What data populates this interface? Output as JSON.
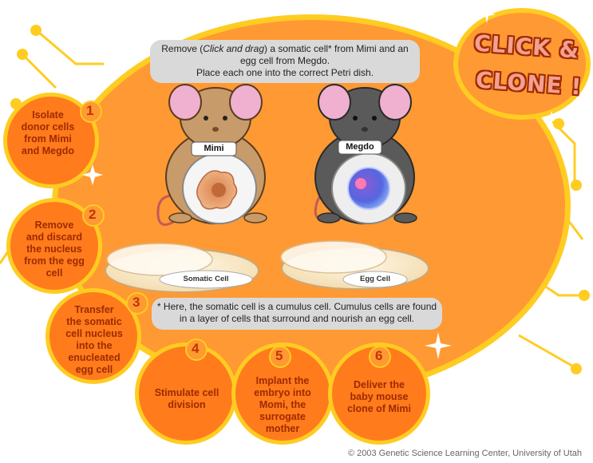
{
  "instruction": {
    "line1_a": "Remove (",
    "line1_em": "Click and drag",
    "line1_b": ") a somatic cell* from Mimi and an",
    "line2": "egg cell from Megdo.",
    "line3": "Place each one into the correct Petri dish."
  },
  "note": {
    "line1": "* Here, the somatic cell is a cumulus cell. Cumulus cells are found",
    "line2": "in a layer of cells that surround and nourish an egg cell."
  },
  "logo": {
    "line1": "CLICK &",
    "line2": "CLONE !"
  },
  "mice": {
    "left": "Mimi",
    "right": "Megdo"
  },
  "dishes": {
    "left": "Somatic Cell",
    "right": "Egg Cell"
  },
  "steps": [
    {
      "number": "1",
      "lines": [
        "Isolate",
        "donor cells",
        "from Mimi",
        "and Megdo"
      ]
    },
    {
      "number": "2",
      "lines": [
        "Remove",
        "and discard",
        "the nucleus",
        "from the egg",
        "cell"
      ]
    },
    {
      "number": "3",
      "lines": [
        "Transfer",
        "the somatic",
        "cell nucleus",
        "into the",
        "enucleated",
        "egg cell"
      ]
    },
    {
      "number": "4",
      "lines": [
        "Stimulate cell",
        "division"
      ]
    },
    {
      "number": "5",
      "lines": [
        "Implant the",
        "embryo into",
        "Momi, the",
        "surrogate",
        "mother"
      ]
    },
    {
      "number": "6",
      "lines": [
        "Deliver the",
        "baby mouse",
        "clone of Mimi"
      ]
    }
  ],
  "copyright": "© 2003 Genetic Science Learning Center, University of Utah",
  "colors": {
    "orange": "#ff9933",
    "deep_orange": "#ff7b1c",
    "yellow": "#ffcc22",
    "red_text": "#9e2a00"
  }
}
